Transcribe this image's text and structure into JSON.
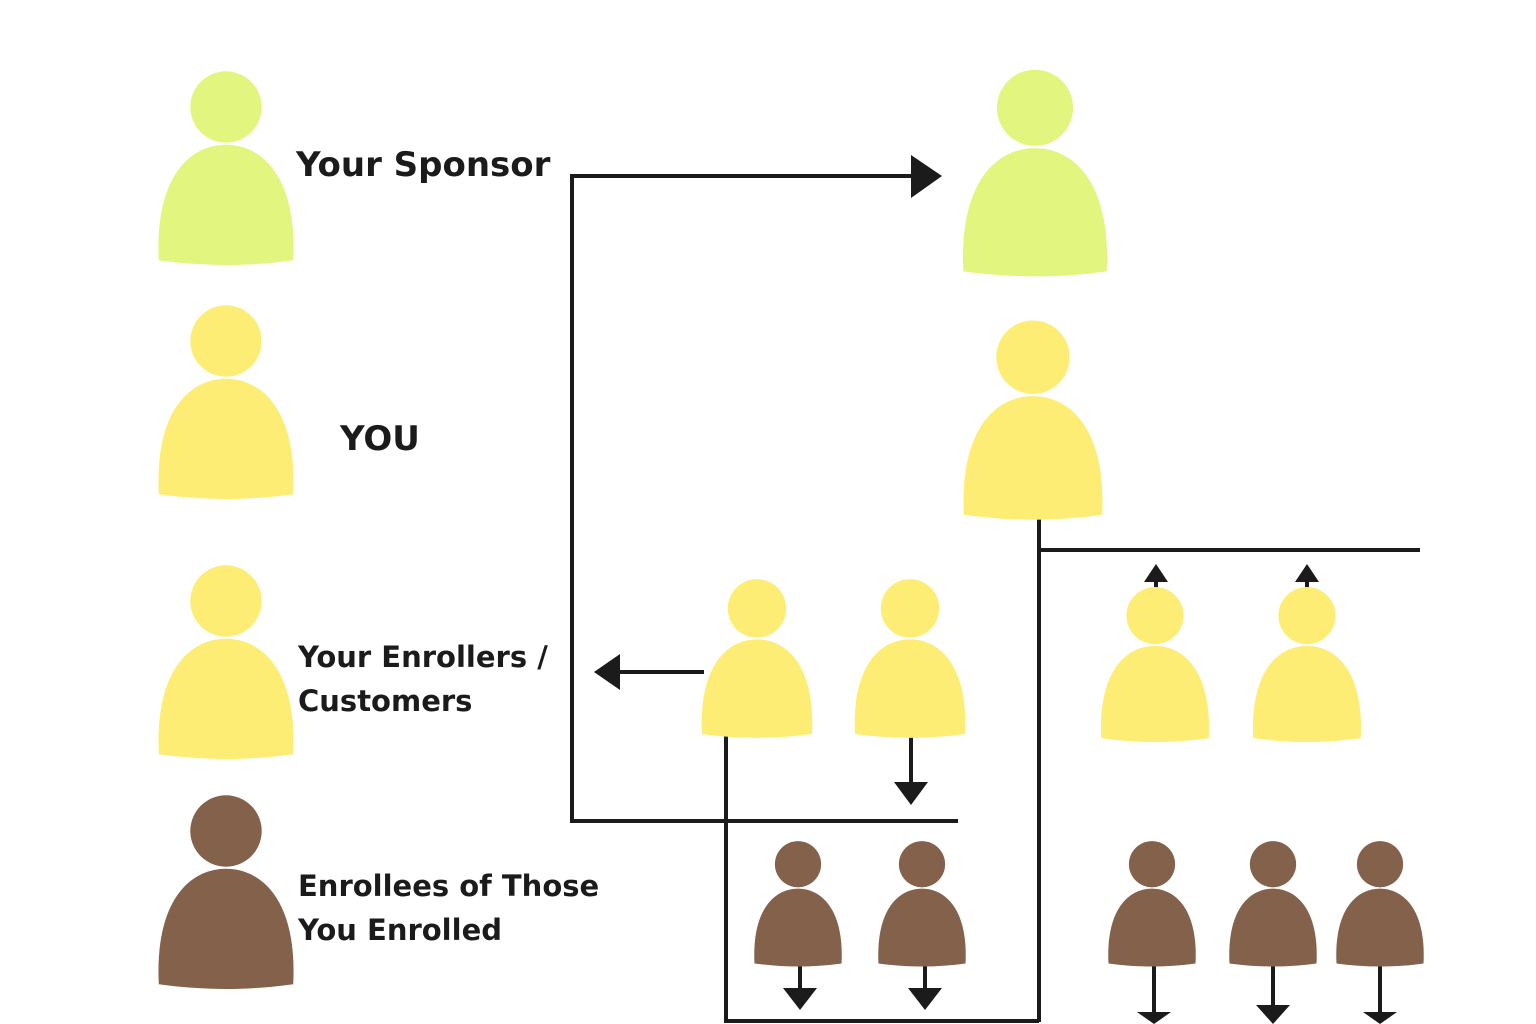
{
  "legend": {
    "sponsor_label": "Your Sponsor",
    "you_label": "YOU",
    "enrollers_label_line1": "Your Enrollers /",
    "enrollers_label_line2": "Customers",
    "enrollees_label_line1": "Enrollees of Those",
    "enrollees_label_line2": "You Enrolled"
  },
  "colors": {
    "sponsor": "#e2f57f",
    "you": "#fded74",
    "enroller": "#fded74",
    "enrollee": "#84614a",
    "line": "#1b1b1b",
    "background": "#ffffff"
  },
  "icons": {
    "person": "person-icon",
    "arrow": "arrow-icon"
  }
}
